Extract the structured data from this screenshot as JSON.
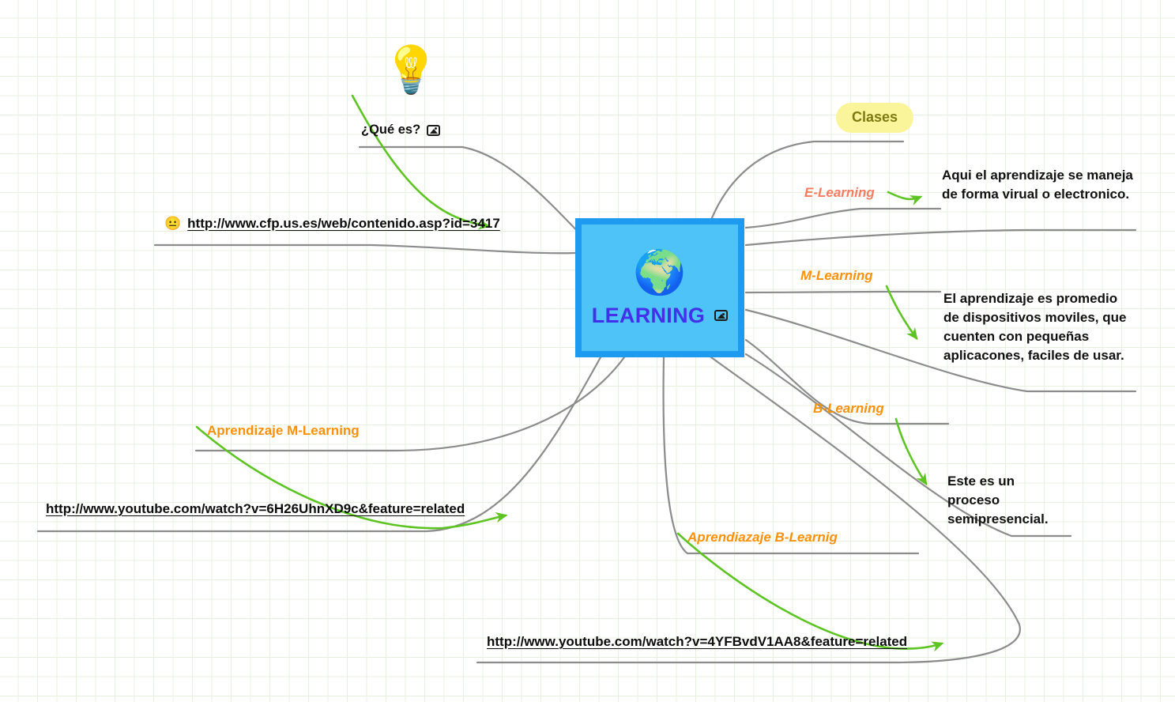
{
  "canvas": {
    "grid_color": "#e8f0e0",
    "background": "#ffffff"
  },
  "central": {
    "label": "LEARNING",
    "icon": "globe-emoji",
    "globe_glyph": "🌍",
    "image_icon": "image-icon",
    "fill_color": "#4EC3F7",
    "border_color": "#1E9BF0",
    "text_color": "#4231E8"
  },
  "branches": [
    {
      "id": "que-es",
      "label": "¿Qué es?",
      "emoji": "💡",
      "emoji_name": "light-bulb-emoji",
      "color": "#111111",
      "has_image_icon": true
    },
    {
      "id": "url-cfp",
      "label": "http://www.cfp.us.es/web/contenido.asp?id=3417",
      "emoji": "😐",
      "emoji_name": "neutral-face-emoji",
      "color": "#0d0d0d"
    },
    {
      "id": "clases",
      "label": "Clases",
      "color": "#7D7A12",
      "pill_color": "#FAF59A"
    },
    {
      "id": "e-learning",
      "label": "E-Learning",
      "color": "#F97C62",
      "description": "Aqui el aprendizaje se maneja de forma virual o electronico."
    },
    {
      "id": "m-learning",
      "label": "M-Learning",
      "color": "#FB9108",
      "description": "El aprendizaje es promedio de dispositivos moviles, que cuenten con pequeñas aplicacones, faciles de usar."
    },
    {
      "id": "b-learning",
      "label": "B-Learning",
      "color": "#FB9108",
      "description": "Este es un proceso semipresencial."
    },
    {
      "id": "aprendizaje-m-learning",
      "label": "Aprendizaje M-Learning",
      "color": "#FB9108",
      "italic": false
    },
    {
      "id": "url-youtube-m",
      "label": "http://www.youtube.com/watch?v=6H26UhnXD9c&feature=related",
      "color": "#0d0d0d"
    },
    {
      "id": "aprendiazaje-b-learnig",
      "label": "Aprendiazaje B-Learnig",
      "color": "#FB9108",
      "italic": true
    },
    {
      "id": "url-youtube-b",
      "label": "http://www.youtube.com/watch?v=4YFBvdV1AA8&feature=related",
      "color": "#0d0d0d"
    }
  ],
  "connector_color": "#8c8c8c",
  "arrow_color": "#5DC423"
}
